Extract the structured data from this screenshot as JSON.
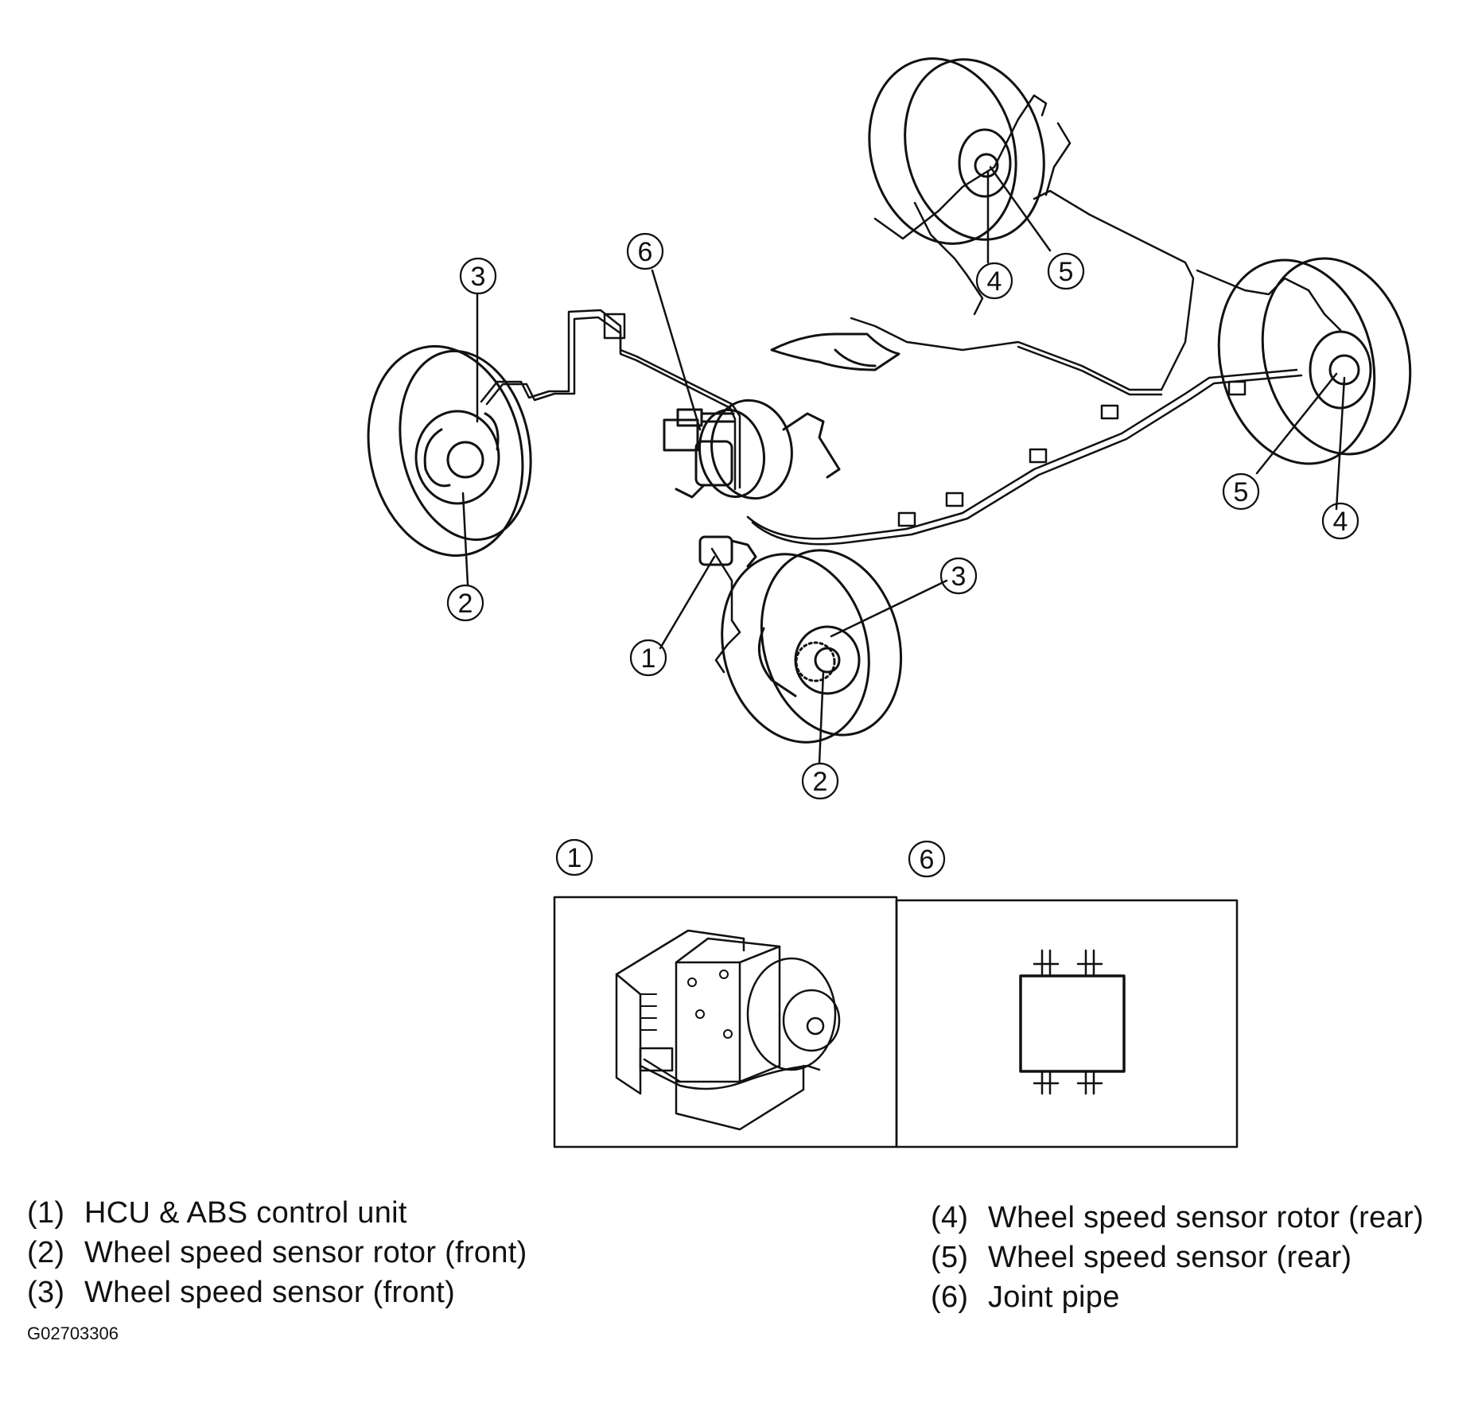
{
  "callouts": {
    "one": "1",
    "two": "2",
    "three": "3",
    "four": "4",
    "five": "5",
    "six": "6"
  },
  "legend": [
    {
      "number": "(1)",
      "text": "HCU & ABS control unit"
    },
    {
      "number": "(2)",
      "text": "Wheel speed sensor rotor (front)"
    },
    {
      "number": "(3)",
      "text": "Wheel speed sensor (front)"
    },
    {
      "number": "(4)",
      "text": "Wheel speed sensor rotor (rear)"
    },
    {
      "number": "(5)",
      "text": "Wheel speed sensor (rear)"
    },
    {
      "number": "(6)",
      "text": "Joint pipe"
    }
  ],
  "figure_id": "G02703306",
  "colors": {
    "ink": "#111111",
    "background": "#ffffff"
  }
}
